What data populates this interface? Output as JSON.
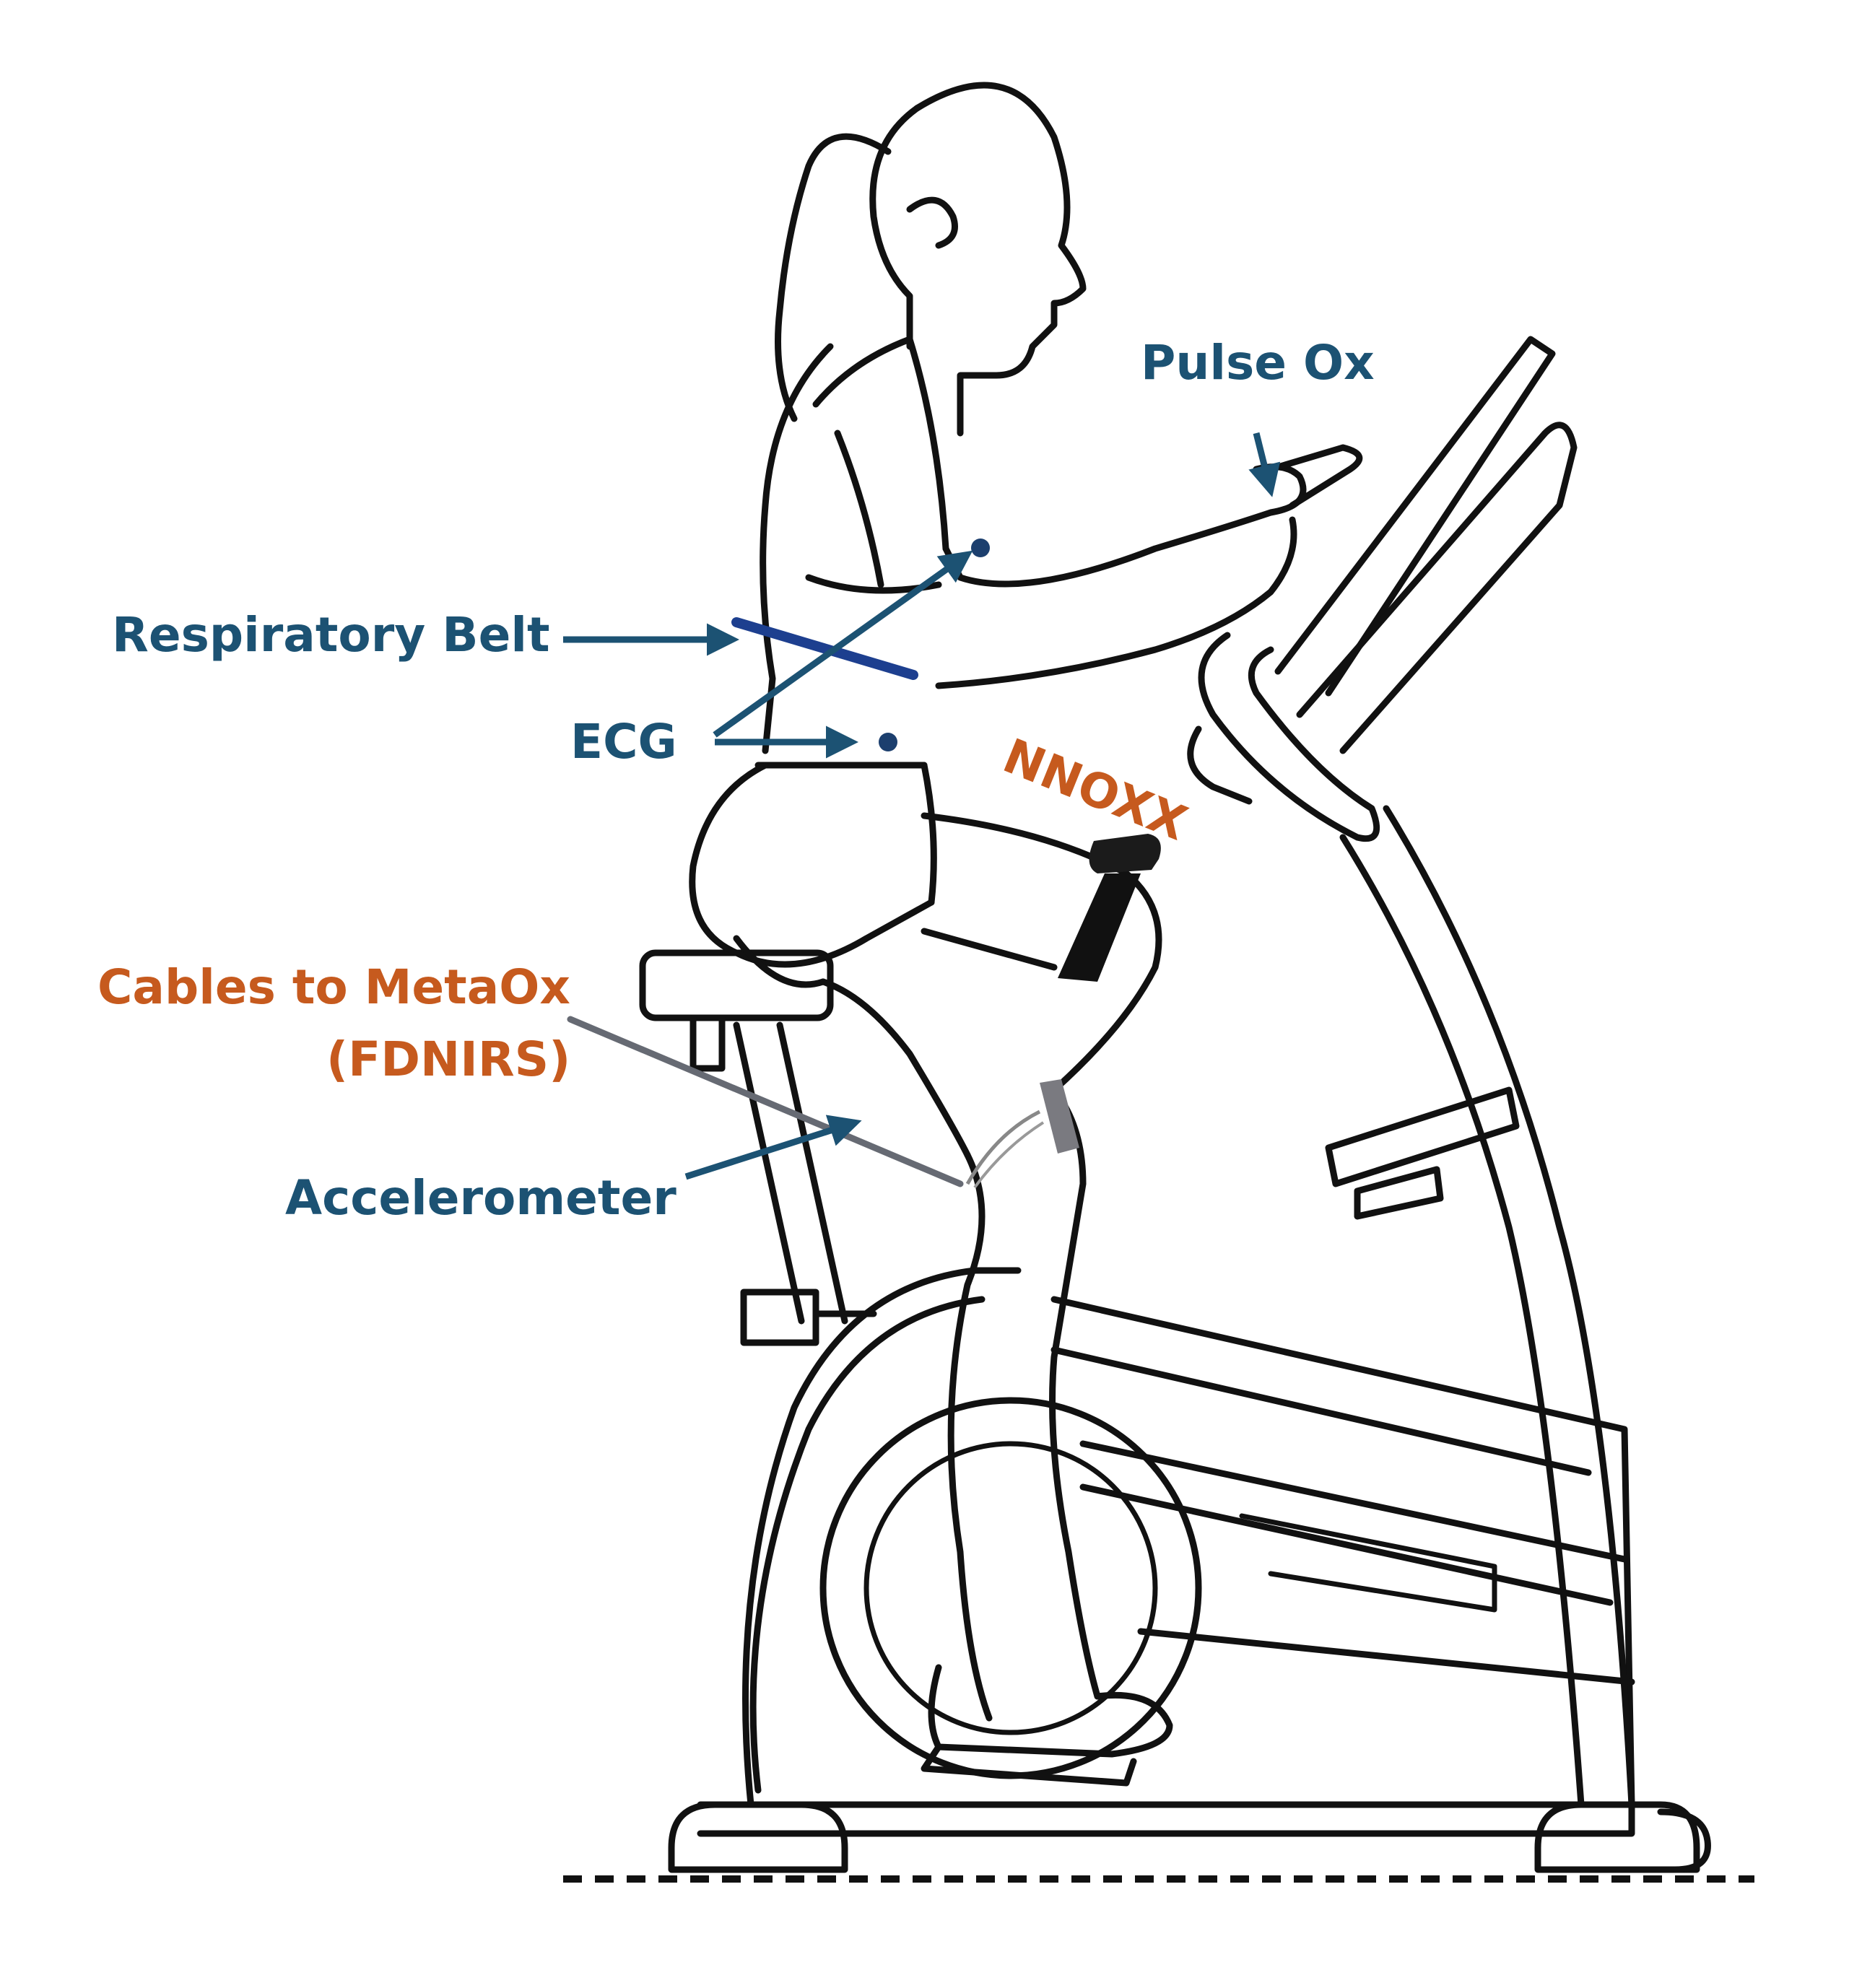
{
  "labels": {
    "pulse_ox": "Pulse Ox",
    "respiratory_belt": "Respiratory Belt",
    "ecg": "ECG",
    "nnoxx": "NNOXX",
    "cables": "Cables to MetaOx",
    "cables_sub": "(FDNIRS)",
    "accelerometer": "Accelerometer"
  },
  "colors": {
    "annotation_blue": "#1c5273",
    "sensor_orange": "#c65a1e",
    "belt_blue": "#1d3f8f",
    "line_art": "#111111",
    "cable_gray": "#666a73"
  },
  "icons": {
    "figure": "woman-on-exercise-bike",
    "arrows": "annotation-arrow"
  }
}
